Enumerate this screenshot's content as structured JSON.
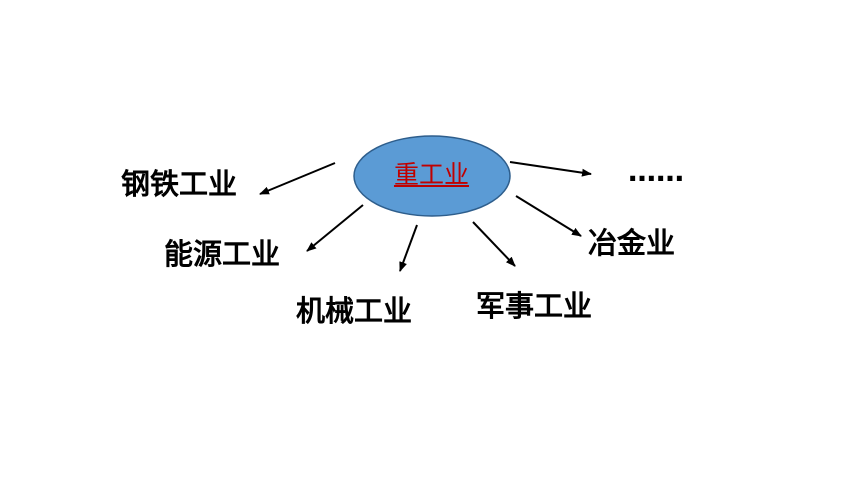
{
  "diagram": {
    "center": {
      "label": "重工业",
      "fill": "#5B9BD5",
      "stroke": "#2E5E8C",
      "text_color": "#C00000"
    },
    "branches": [
      {
        "id": "steel",
        "label": "钢铁工业"
      },
      {
        "id": "energy",
        "label": "能源工业"
      },
      {
        "id": "machinery",
        "label": "机械工业"
      },
      {
        "id": "military",
        "label": "军事工业"
      },
      {
        "id": "metallurgy",
        "label": "冶金业"
      },
      {
        "id": "more",
        "label": "……"
      }
    ],
    "arrow_color": "#000000"
  }
}
